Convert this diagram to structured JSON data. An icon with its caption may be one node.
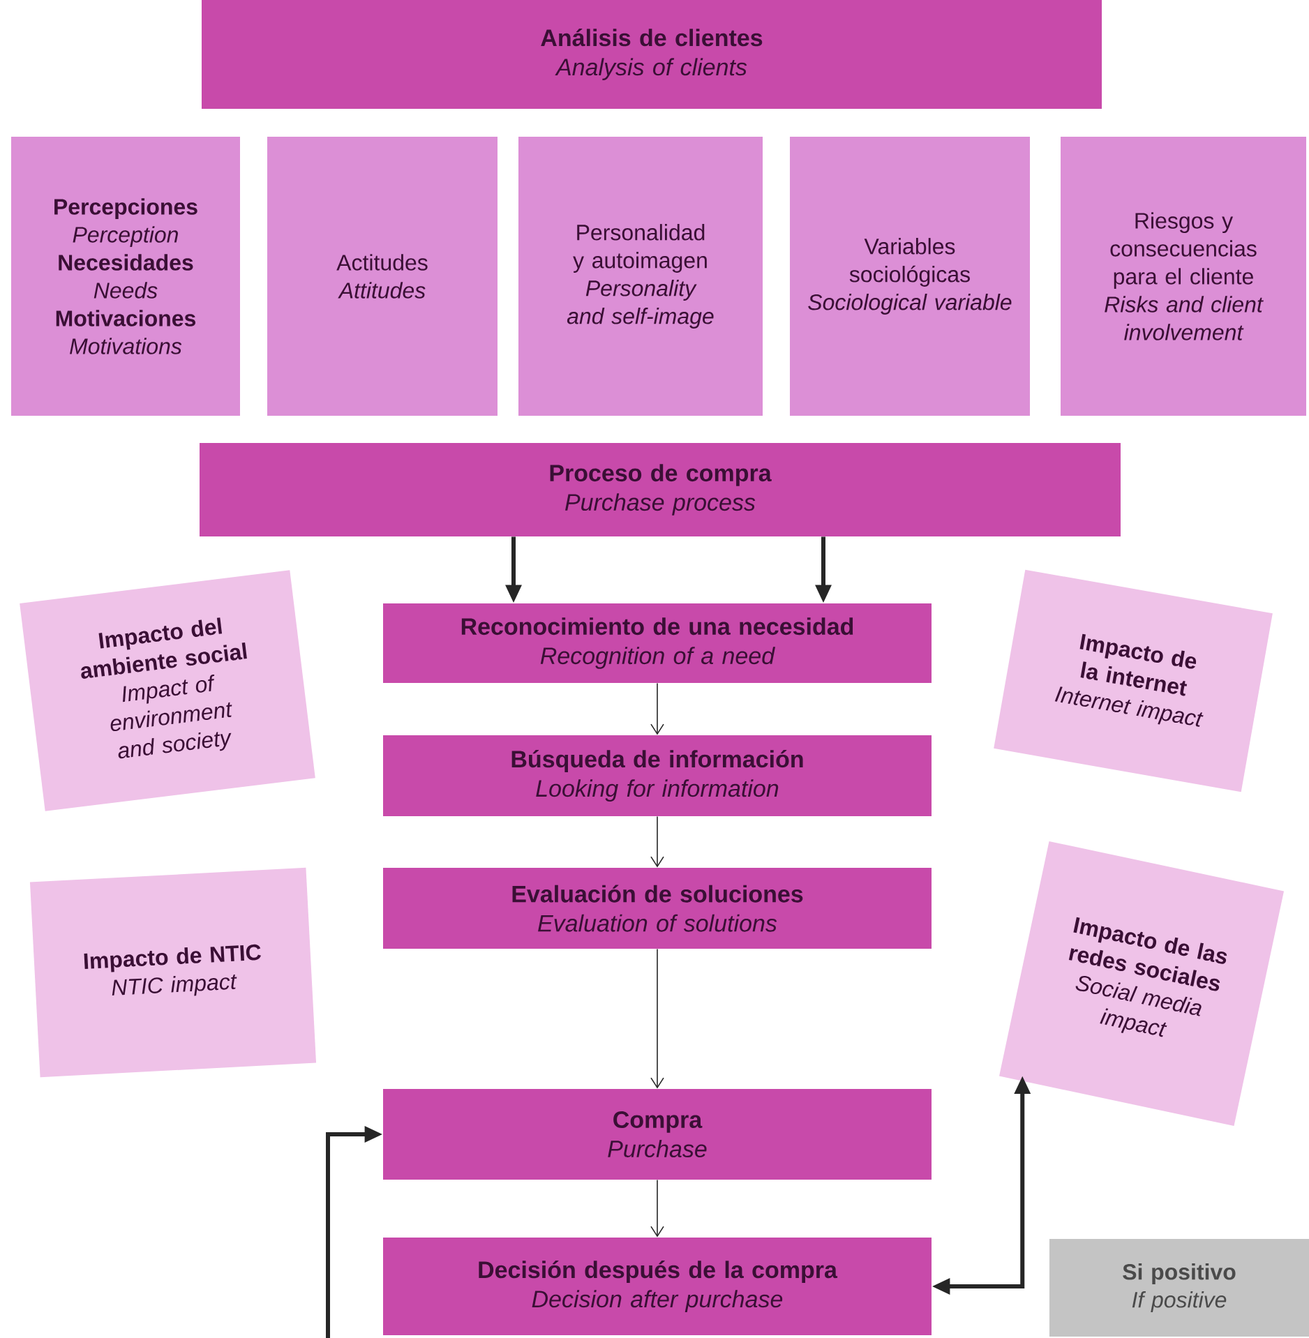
{
  "diagram": {
    "nodes": [
      {
        "text": [
          "Análisis de clientes",
          "Analysis of clients"
        ]
      },
      {
        "text": [
          "Percepciones",
          "Perception",
          "Necesidades",
          "Needs",
          "Motivaciones",
          "Motivations"
        ]
      },
      {
        "text": [
          "Actitudes",
          "Attitudes"
        ]
      },
      {
        "text": [
          "Personalidad y autoimagen",
          "Personality and self-image"
        ]
      },
      {
        "text": [
          "Variables sociológicas",
          "Sociological variable"
        ]
      },
      {
        "text": [
          "Riesgos y consecuencias para el cliente",
          "Risks and client involvement"
        ]
      },
      {
        "text": [
          "Proceso de compra",
          "Purchase process"
        ]
      },
      {
        "text": [
          "Impacto del ambiente social",
          "Impact of environment and society"
        ]
      },
      {
        "text": [
          "Reconocimiento de una necesidad",
          "Recognition of a need"
        ]
      },
      {
        "text": [
          "Impacto de la internet",
          "Internet impact"
        ]
      },
      {
        "text": [
          "Búsqueda de información",
          "Looking for information"
        ]
      },
      {
        "text": [
          "Impacto de NTIC",
          "NTIC impact"
        ]
      },
      {
        "text": [
          "Evaluación de soluciones",
          "Evaluation of solutions"
        ]
      },
      {
        "text": [
          "Impacto de las redes sociales",
          "Social media impact"
        ]
      },
      {
        "text": [
          "Compra",
          "Purchase"
        ]
      },
      {
        "text": [
          "Decisión después de la compra",
          "Decision after purchase"
        ]
      },
      {
        "text": [
          "Si positivo",
          "If positive"
        ]
      }
    ],
    "edges": [
      {
        "from": 6,
        "to": 8,
        "arrow": "to",
        "style": "thick"
      },
      {
        "from": 6,
        "to": 8,
        "arrow": "to",
        "style": "thick"
      },
      {
        "from": 8,
        "to": 10,
        "arrow": "to"
      },
      {
        "from": 10,
        "to": 12,
        "arrow": "to"
      },
      {
        "from": 12,
        "to": 14,
        "arrow": "to"
      },
      {
        "from": 14,
        "to": 15,
        "arrow": "to"
      },
      {
        "from": null,
        "to": 14,
        "arrow": "to",
        "style": "thick"
      },
      {
        "from": 15,
        "to": 13,
        "arrow": "both",
        "style": "thick"
      }
    ]
  }
}
